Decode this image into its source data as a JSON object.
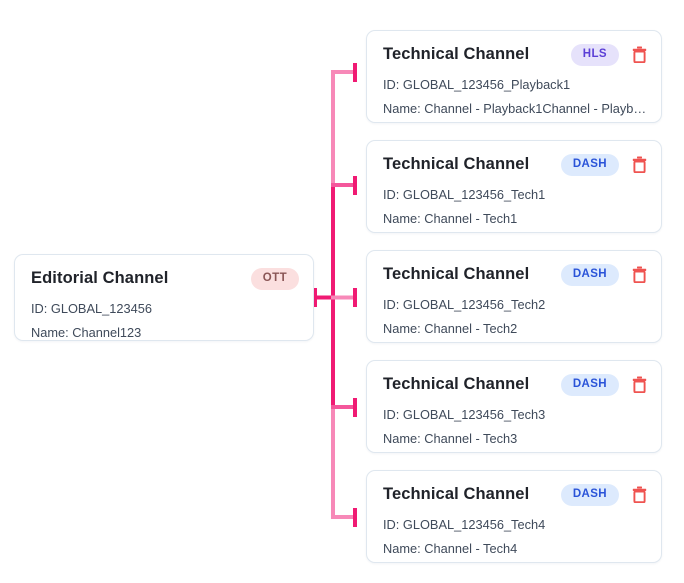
{
  "diagram": {
    "type": "channel-hierarchy-tree",
    "edge_colors": {
      "strong": "#F01A73",
      "mid": "#F4579B",
      "light": "#F789B8"
    },
    "card_border": "#dfe7ef",
    "background": "#ffffff"
  },
  "root": {
    "title": "Editorial Channel",
    "badge": "OTT",
    "badge_kind": "ott",
    "id_line": "ID: GLOBAL_123456",
    "name_line": "Name: Channel123",
    "delete_icon": "trash-icon"
  },
  "children": [
    {
      "title": "Technical Channel",
      "badge": "HLS",
      "badge_kind": "hls",
      "id_line": "ID: GLOBAL_123456_Playback1",
      "name_line": "Name: Channel - Playback1Channel - Playba...",
      "delete_icon": "trash-icon"
    },
    {
      "title": "Technical Channel",
      "badge": "DASH",
      "badge_kind": "dash",
      "id_line": "ID: GLOBAL_123456_Tech1",
      "name_line": "Name: Channel - Tech1",
      "delete_icon": "trash-icon"
    },
    {
      "title": "Technical Channel",
      "badge": "DASH",
      "badge_kind": "dash",
      "id_line": "ID: GLOBAL_123456_Tech2",
      "name_line": "Name: Channel - Tech2",
      "delete_icon": "trash-icon"
    },
    {
      "title": "Technical Channel",
      "badge": "DASH",
      "badge_kind": "dash",
      "id_line": "ID: GLOBAL_123456_Tech3",
      "name_line": "Name: Channel - Tech3",
      "delete_icon": "trash-icon"
    },
    {
      "title": "Technical Channel",
      "badge": "DASH",
      "badge_kind": "dash",
      "id_line": "ID: GLOBAL_123456_Tech4",
      "name_line": "Name: Channel - Tech4",
      "delete_icon": "trash-icon"
    }
  ]
}
